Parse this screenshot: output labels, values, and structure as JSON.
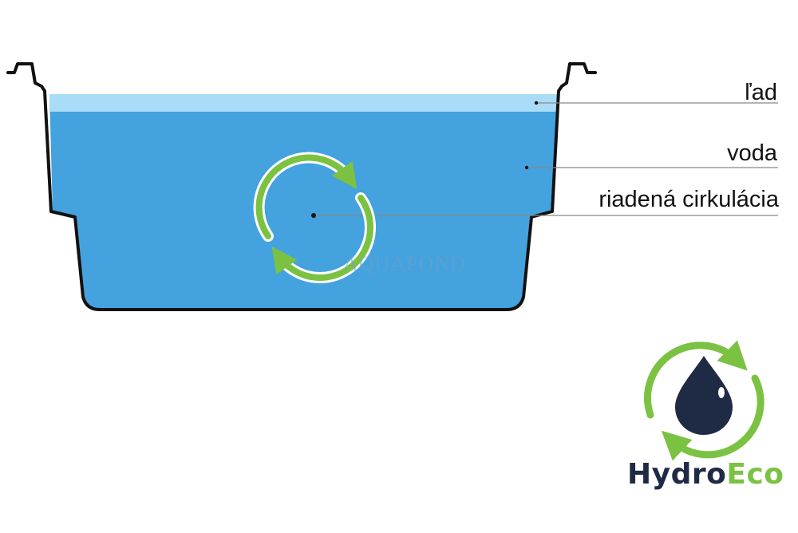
{
  "labels": {
    "ice": "ľad",
    "water": "voda",
    "circulation": "riadená cirkulácia"
  },
  "watermark": "AQUAPOND",
  "logo": {
    "word1": "Hydro",
    "word2": "Eco"
  },
  "colors": {
    "water": "#44a2de",
    "ice": "#a8dcf7",
    "outline": "#111111",
    "arrow_green": "#7cc242",
    "drop_navy": "#1f2b45"
  },
  "icons": [
    "recycle-arrows-icon",
    "water-drop-icon"
  ]
}
